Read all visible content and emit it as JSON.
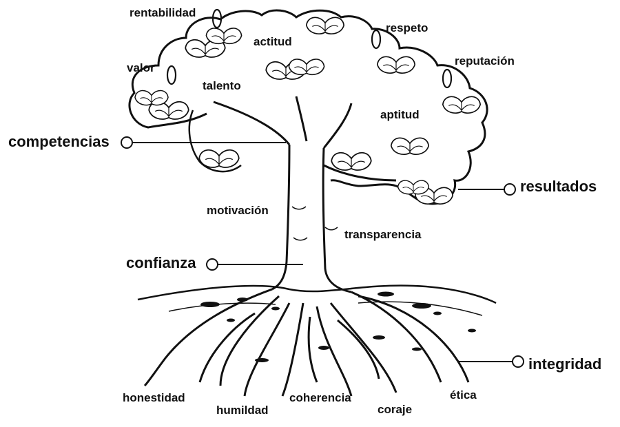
{
  "labels": {
    "rentabilidad": "rentabilidad",
    "actitud": "actitud",
    "respeto": "respeto",
    "reputacion": "reputación",
    "valor": "valor",
    "talento": "talento",
    "aptitud": "aptitud",
    "competencias": "competencias",
    "resultados": "resultados",
    "motivacion": "motivación",
    "transparencia": "transparencia",
    "confianza": "confianza",
    "integridad": "integridad",
    "honestidad": "honestidad",
    "humildad": "humildad",
    "coherencia": "coherencia",
    "coraje": "coraje",
    "etica": "ética"
  },
  "colors": {
    "ink": "#111111",
    "background": "#ffffff"
  },
  "icons": [
    "tree-illustration",
    "leaf-icon",
    "root-icon"
  ]
}
